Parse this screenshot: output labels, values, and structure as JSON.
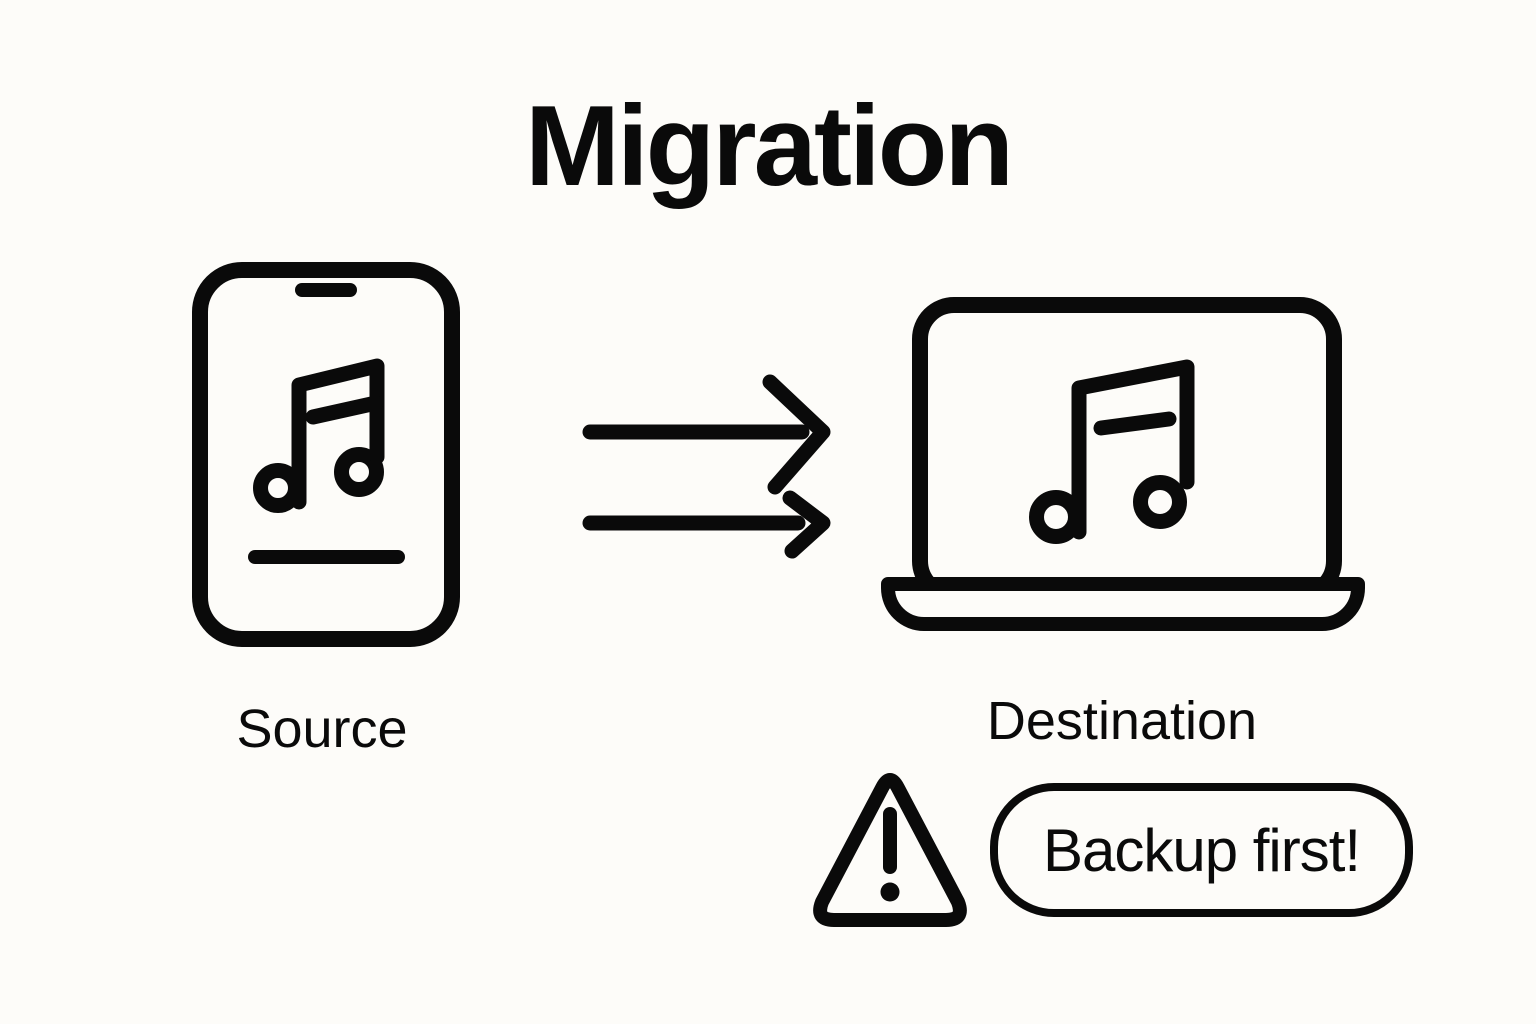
{
  "title": "Migration",
  "source": {
    "label": "Source",
    "icon": "smartphone-music-icon"
  },
  "destination": {
    "label": "Destination",
    "icon": "laptop-music-icon"
  },
  "flow": {
    "icon": "double-arrow-right-icon",
    "direction": "left-to-right"
  },
  "warning": {
    "icon": "warning-triangle-icon",
    "label": "Backup first!"
  },
  "colors": {
    "background": "#FDFCF9",
    "ink": "#0A0A0A"
  }
}
